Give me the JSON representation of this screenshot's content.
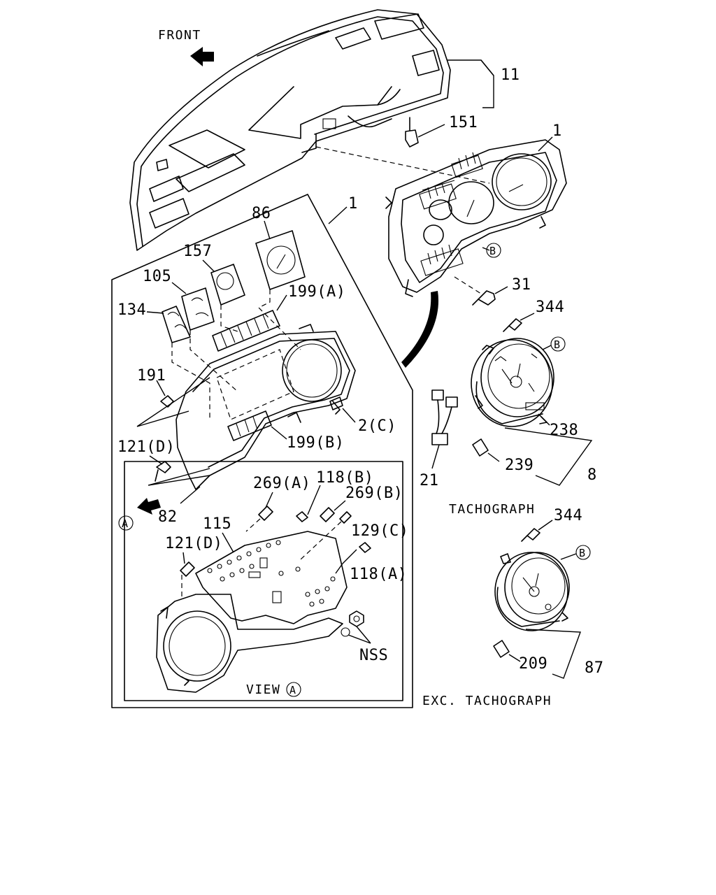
{
  "diagram": {
    "direction_label": "FRONT",
    "labels": {
      "p11": "11",
      "p151": "151",
      "p1_top": "1",
      "p1_detail": "1",
      "p86": "86",
      "p157": "157",
      "p105": "105",
      "p134": "134",
      "p199a": "199(A)",
      "p199b": "199(B)",
      "p191": "191",
      "p2c": "2(C)",
      "p121d_upper": "121(D)",
      "p82": "82",
      "p31": "31",
      "p344_upper": "344",
      "p238": "238",
      "p239": "239",
      "p8": "8",
      "p21": "21",
      "p269a": "269(A)",
      "p118b": "118(B)",
      "p269b": "269(B)",
      "p115": "115",
      "p129c": "129(C)",
      "p121d_lower": "121(D)",
      "p118a": "118(A)",
      "nss": "NSS",
      "p344_lower": "344",
      "p209": "209",
      "p87": "87"
    },
    "callouts": {
      "view_a_marker": "A",
      "b_main": "B",
      "b_tacho": "B",
      "b_exc": "B"
    },
    "captions": {
      "view_prefix": "VIEW",
      "view_letter": "A",
      "tachograph": "TACHOGRAPH",
      "exc_tachograph": "EXC. TACHOGRAPH"
    }
  }
}
